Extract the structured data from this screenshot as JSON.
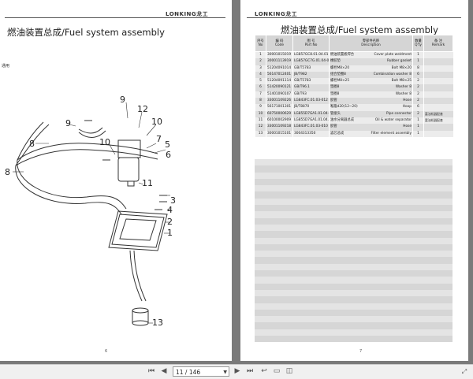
{
  "left_page": {
    "logo": "LONKING龙工",
    "title": "燃油装置总成/Fuel system assembly",
    "applies_label": "通用",
    "page_number": "6",
    "callouts": [
      "1",
      "2",
      "3",
      "4",
      "5",
      "6",
      "7",
      "8",
      "8",
      "9",
      "9",
      "10",
      "10",
      "11",
      "12",
      "13"
    ]
  },
  "right_page": {
    "logo": "LONKING龙工",
    "title": "燃油装置总成/Fuel system assembly",
    "page_number": "7",
    "headers": {
      "no": "序号\nNo",
      "code": "编 码\nCode",
      "part_no": "图 号\nPart No",
      "name": "零部件名称\nDescription",
      "qty": "数量\nQ'ty",
      "remark": "备 注\nRemark"
    },
    "rows": [
      {
        "no": "1",
        "code": "30001015019",
        "part": "LG857GC8.01.04.01",
        "cn": "燃油装置板焊合",
        "desc": "Cover plate weldment",
        "qty": "1",
        "remark": ""
      },
      {
        "no": "2",
        "code": "30001113919",
        "part": "LG857GC7G.01.04-001",
        "cn": "橡胶垫",
        "desc": "Rubber gasket",
        "qty": "1",
        "remark": ""
      },
      {
        "no": "3",
        "code": "51204091014",
        "part": "GB/T5783",
        "cn": "螺栓M8×20",
        "desc": "Bolt M8×20",
        "qty": "8",
        "remark": ""
      },
      {
        "no": "4",
        "code": "56147012401",
        "part": "JB/T982",
        "cn": "组合垫圈8",
        "desc": "Combination washer 8",
        "qty": "6",
        "remark": ""
      },
      {
        "no": "5",
        "code": "51204091114",
        "part": "GB/T5783",
        "cn": "螺栓M8×25",
        "desc": "Bolt M8×25",
        "qty": "2",
        "remark": ""
      },
      {
        "no": "6",
        "code": "51420090121",
        "part": "GB/T96.1",
        "cn": "垫圈8",
        "desc": "Washer 8",
        "qty": "2",
        "remark": ""
      },
      {
        "no": "7",
        "code": "51401090107",
        "part": "GB/T93",
        "cn": "垫圈8",
        "desc": "Washer 8",
        "qty": "2",
        "remark": ""
      },
      {
        "no": "8",
        "code": "33001109226",
        "part": "LG843FC.01.03-012",
        "cn": "胶管",
        "desc": "Hose",
        "qty": "2",
        "remark": ""
      },
      {
        "no": "9",
        "code": "56171001301",
        "part": "JB/T8870",
        "cn": "喉箍d20(12~20)",
        "desc": "Hoop",
        "qty": "6",
        "remark": ""
      },
      {
        "no": "10",
        "code": "60750000629",
        "part": "LG855D7GA1.01.04-001",
        "cn": "管接头",
        "desc": "Pipe connector",
        "qty": "2",
        "remark": "富油机器配套"
      },
      {
        "no": "11",
        "code": "60100002909",
        "part": "LG855D7GA1.01.04.01",
        "cn": "油水分离器总成",
        "desc": "Oil & water separator",
        "qty": "1",
        "remark": "富油机器配套"
      },
      {
        "no": "12",
        "code": "33001109218",
        "part": "LG843FC.01.03-010",
        "cn": "胶管",
        "desc": "Hose",
        "qty": "1",
        "remark": ""
      },
      {
        "no": "13",
        "code": "30001015101",
        "part": "3004313350",
        "cn": "滤芯总成",
        "desc": "Filter element assembly",
        "qty": "1",
        "remark": ""
      }
    ]
  },
  "toolbar": {
    "page_indicator": "11 / 146",
    "icons": [
      "first-page-icon",
      "prev-page-icon",
      "next-page-icon",
      "last-page-icon",
      "back-icon",
      "single-page-icon",
      "two-page-icon",
      "fit-page-icon"
    ]
  }
}
